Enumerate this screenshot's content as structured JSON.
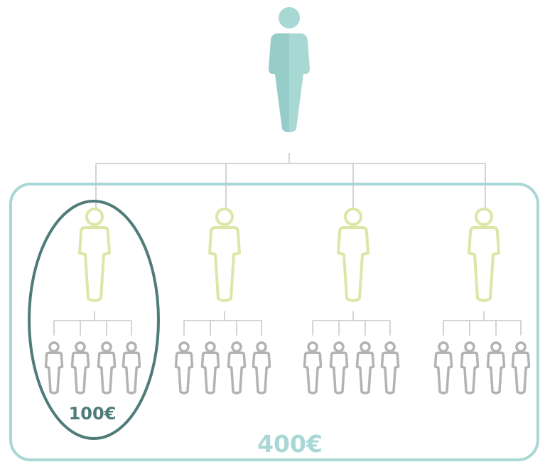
{
  "diagram": {
    "group_amount": "100€",
    "total_amount": "400€",
    "colors": {
      "top_person": "#a8d8d4",
      "top_person_shade": "#96cdc9",
      "group_leader": "#dde6a6",
      "member": "#b3b3b3",
      "connector": "#c6c6c6",
      "outer_frame": "#a9d7d6",
      "highlight": "#4f7b79",
      "total_text": "#a9d7d6",
      "group_text": "#4f7b79"
    },
    "groups": [
      {
        "leader_icon": "person-outline-icon",
        "member_count": 4
      },
      {
        "leader_icon": "person-outline-icon",
        "member_count": 4
      },
      {
        "leader_icon": "person-outline-icon",
        "member_count": 4
      },
      {
        "leader_icon": "person-outline-icon",
        "member_count": 4
      }
    ]
  }
}
